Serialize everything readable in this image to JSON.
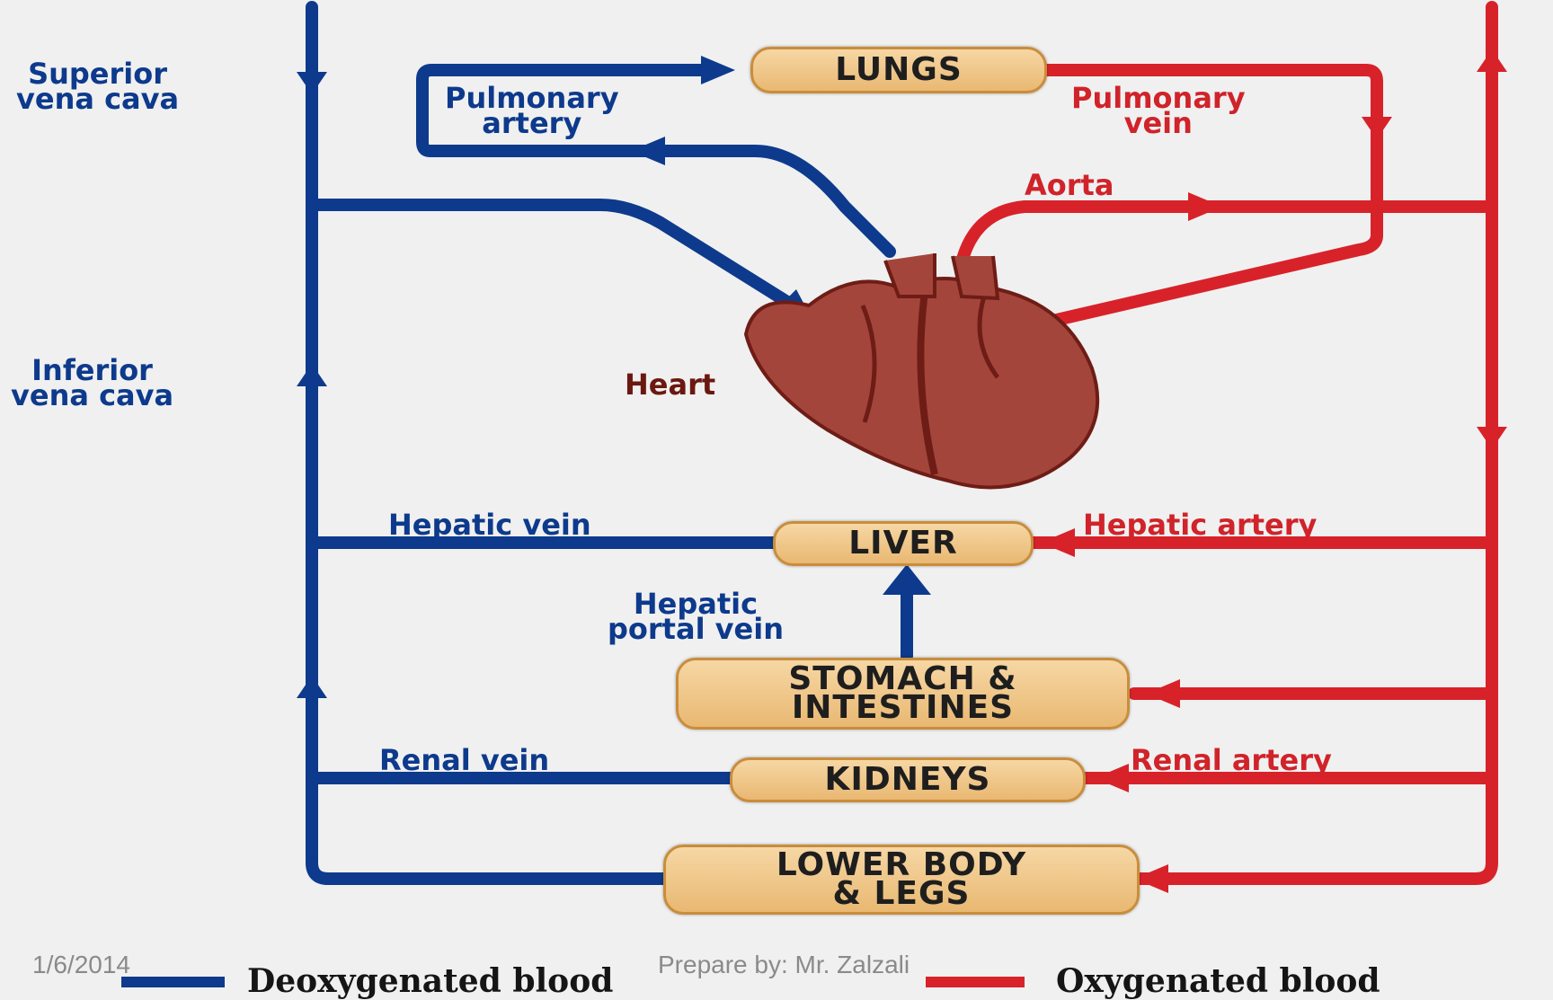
{
  "organs": {
    "lungs": "LUNGS",
    "liver": "LIVER",
    "stomach": "STOMACH &\nINTESTINES",
    "kidneys": "KIDNEYS",
    "lower_body": "LOWER BODY\n& LEGS"
  },
  "vessels": {
    "superior_vena_cava": "Superior\nvena cava",
    "inferior_vena_cava": "Inferior\nvena cava",
    "pulmonary_artery": "Pulmonary\nartery",
    "pulmonary_vein": "Pulmonary\nvein",
    "aorta": "Aorta",
    "hepatic_vein": "Hepatic vein",
    "hepatic_artery": "Hepatic artery",
    "hepatic_portal_vein": "Hepatic\nportal vein",
    "renal_vein": "Renal vein",
    "renal_artery": "Renal artery"
  },
  "heart_label": "Heart",
  "legend": {
    "deoxygenated": "Deoxygenated blood",
    "oxygenated": "Oxygenated blood"
  },
  "footer": {
    "date": "1/6/2014",
    "author": "Prepare by:  Mr. Zalzali"
  },
  "colors": {
    "deoxygenated": "#0d3a8c",
    "oxygenated": "#d8222a",
    "organ_fill": "#f2c98a",
    "heart": "#a4453c"
  }
}
